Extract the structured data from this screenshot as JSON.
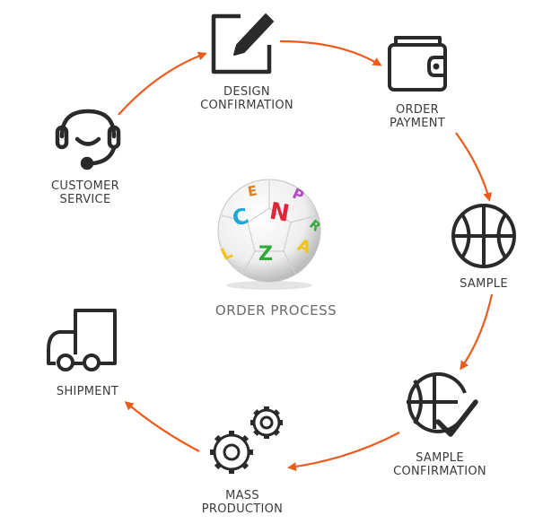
{
  "title": "ORDER PROCESS",
  "accent_color": "#ea5b1c",
  "icon_color": "#2a2a2a",
  "steps": [
    {
      "label": "DESIGN\nCONFIRMATION",
      "icon": "edit-icon"
    },
    {
      "label": "ORDER\nPAYMENT",
      "icon": "wallet-icon"
    },
    {
      "label": "SAMPLE",
      "icon": "ball-icon"
    },
    {
      "label": "SAMPLE\nCONFIRMATION",
      "icon": "ball-check-icon"
    },
    {
      "label": "MASS\nPRODUCTION",
      "icon": "gears-icon"
    },
    {
      "label": "SHIPMENT",
      "icon": "truck-icon"
    },
    {
      "label": "CUSTOMER\nSERVICE",
      "icon": "headset-icon"
    }
  ]
}
